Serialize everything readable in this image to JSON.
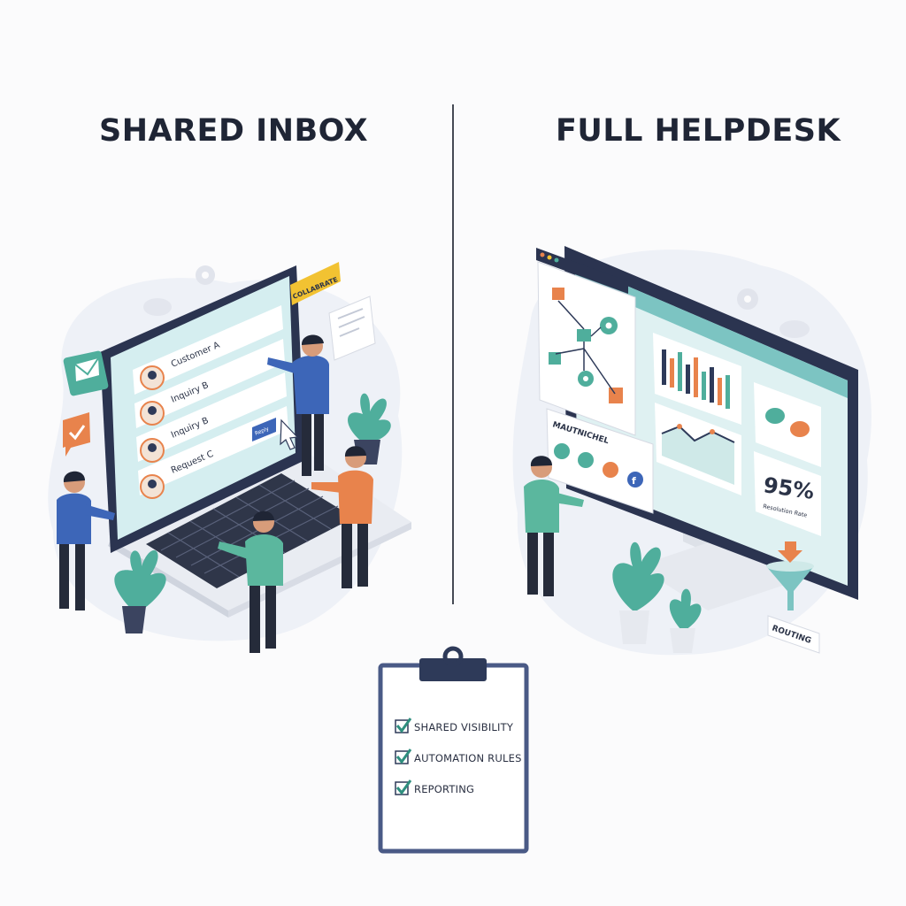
{
  "left_panel": {
    "title": "SHARED INBOX",
    "collaborate_tag": "COLLABRATE",
    "inbox_items": [
      {
        "label": "Customer A"
      },
      {
        "label": "Inquiry B"
      },
      {
        "label": "Inquiry B"
      },
      {
        "label": "Request C"
      }
    ],
    "reply_button": "Reply"
  },
  "right_panel": {
    "title": "FULL HELPDESK",
    "channels_label": "MAUTNICHEL",
    "metric_value": "95%",
    "metric_label": "Resolution Rate",
    "routing_label": "ROUTING"
  },
  "checklist": {
    "items": [
      {
        "label": "SHARED VISIBILITY"
      },
      {
        "label": "AUTOMATION RULES"
      },
      {
        "label": "REPORTING"
      }
    ]
  },
  "colors": {
    "navy": "#2e3a59",
    "teal": "#4fae9c",
    "orange": "#e8834c",
    "light_teal": "#cfe9e8",
    "yellow": "#f2c232",
    "blue_shirt": "#3d66b8"
  }
}
